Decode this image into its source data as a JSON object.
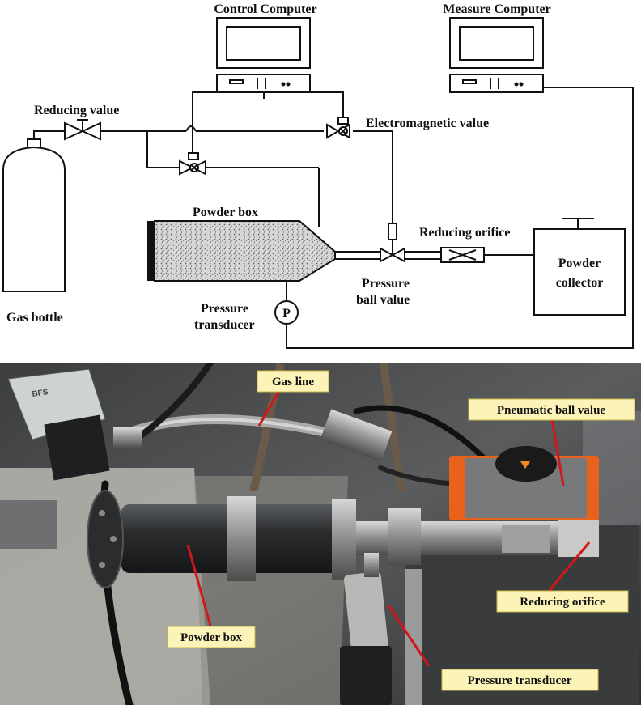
{
  "schematic": {
    "labels": {
      "control_computer": "Control Computer",
      "measure_computer": "Measure Computer",
      "reducing_value": "Reducing value",
      "electromagnetic_value": "Electromagnetic value",
      "powder_box": "Powder box",
      "reducing_orifice": "Reducing orifice",
      "powder_collector_1": "Powder",
      "powder_collector_2": "collector",
      "pressure_ball_value_1": "Pressure",
      "pressure_ball_value_2": "ball value",
      "pressure_transducer_1": "Pressure",
      "pressure_transducer_2": "transducer",
      "gas_bottle": "Gas bottle",
      "p_symbol": "P"
    }
  },
  "photo": {
    "callouts": {
      "gas_line": "Gas line",
      "pneumatic_ball_value": "Pneumatic ball value",
      "reducing_orifice": "Reducing orifice",
      "powder_box": "Powder box",
      "pressure_transducer": "Pressure transducer"
    },
    "device_text": "BFS",
    "colors": {
      "callout_bg": "#fbf3b8",
      "callout_border": "#c8b84a",
      "leader": "#d01818",
      "actuator": "#e8621c"
    }
  }
}
